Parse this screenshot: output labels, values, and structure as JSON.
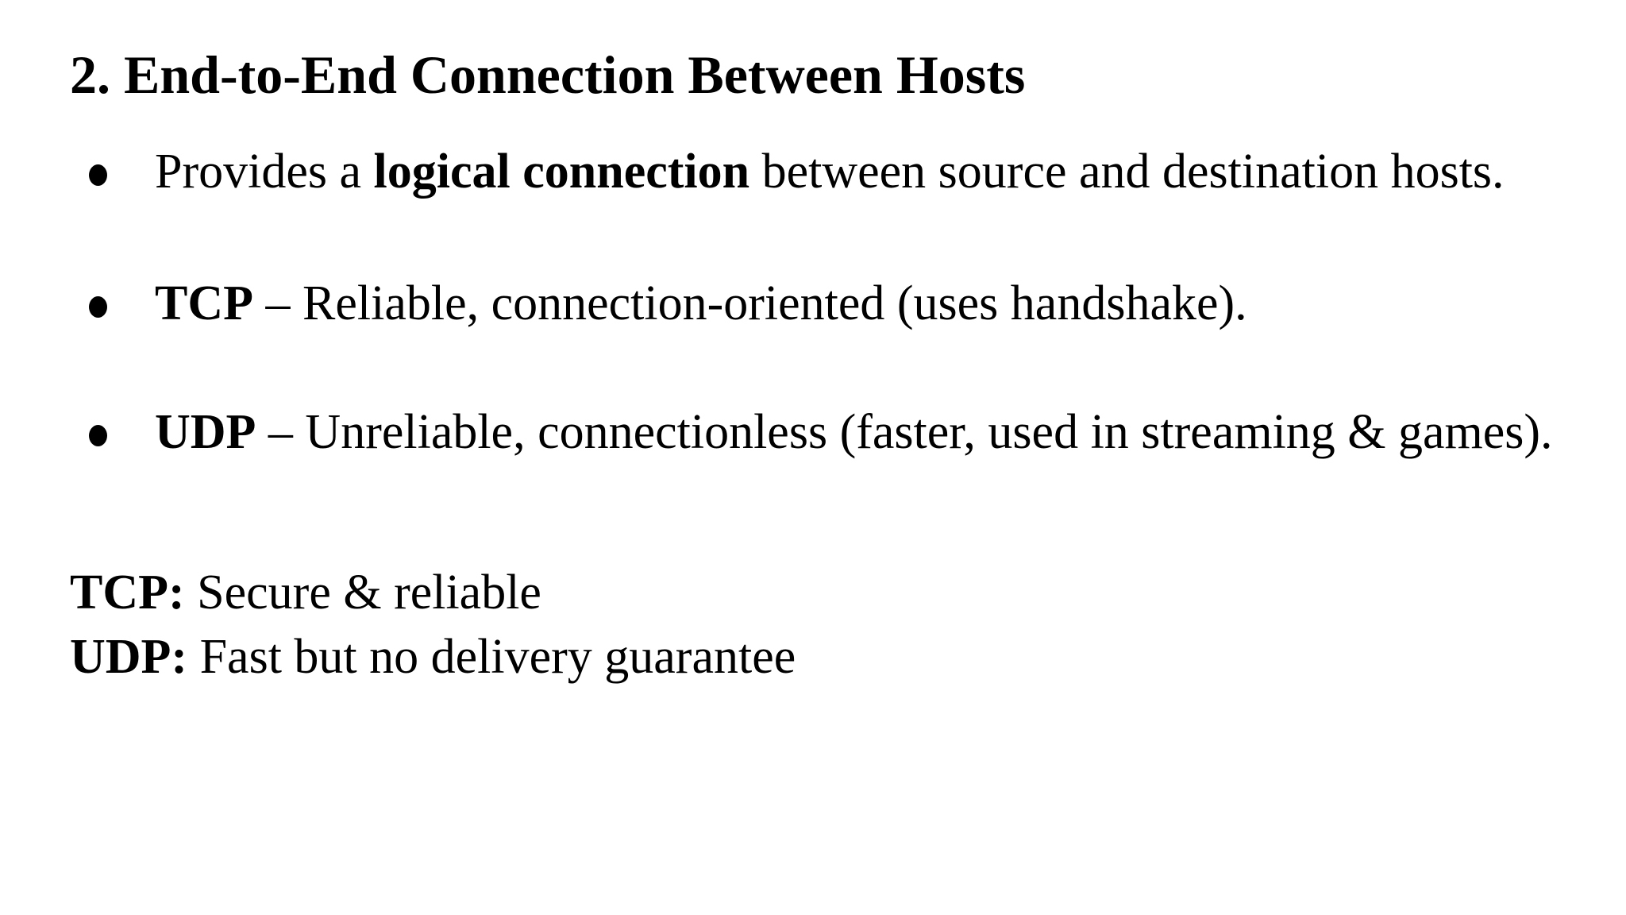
{
  "page": {
    "background_color": "#ffffff",
    "text_color": "#000000"
  },
  "title": "2. End-to-End Connection Between Hosts",
  "icons": {
    "bullet": "filled-circle-bullet"
  },
  "bullets": [
    {
      "segments": [
        {
          "text": "Provides a ",
          "bold": false
        },
        {
          "text": "logical connection",
          "bold": true
        },
        {
          "text": " between source and destination hosts.",
          "bold": false
        }
      ]
    },
    {
      "segments": [
        {
          "text": "TCP",
          "bold": true
        },
        {
          "text": " – Reliable, connection-oriented (uses handshake).",
          "bold": false
        }
      ]
    },
    {
      "segments": [
        {
          "text": "UDP",
          "bold": true
        },
        {
          "text": " – Unreliable, connectionless (faster, used in streaming & games).",
          "bold": false
        }
      ]
    }
  ],
  "summary": [
    {
      "segments": [
        {
          "text": "TCP:",
          "bold": true
        },
        {
          "text": " Secure & reliable",
          "bold": false
        }
      ]
    },
    {
      "segments": [
        {
          "text": "UDP:",
          "bold": true
        },
        {
          "text": " Fast but no delivery guarantee",
          "bold": false
        }
      ]
    }
  ]
}
